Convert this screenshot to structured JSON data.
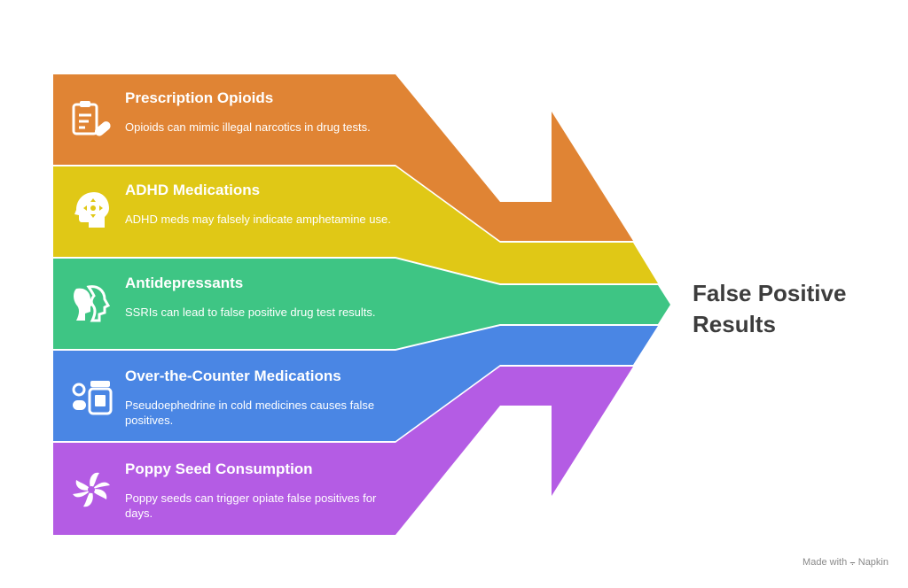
{
  "result": {
    "title": "False Positive Results"
  },
  "bands": [
    {
      "title": "Prescription Opioids",
      "description": "Opioids can mimic illegal narcotics in drug tests.",
      "icon": "prescription-pill-icon",
      "color": "#E08434"
    },
    {
      "title": "ADHD Medications",
      "description": "ADHD meds may falsely indicate amphetamine use.",
      "icon": "head-arrows-icon",
      "color": "#E0C816"
    },
    {
      "title": "Antidepressants",
      "description": "SSRIs can lead to false positive drug test results.",
      "icon": "faces-profile-icon",
      "color": "#3EC584"
    },
    {
      "title": "Over-the-Counter Medications",
      "description": "Pseudoephedrine in cold medicines causes false positives.",
      "icon": "pills-bottle-icon",
      "color": "#4A86E4"
    },
    {
      "title": "Poppy Seed Consumption",
      "description": "Poppy seeds can trigger opiate false positives for days.",
      "icon": "flower-swirl-icon",
      "color": "#B45CE4"
    }
  ],
  "watermark": {
    "prefix": "Made with",
    "brand": "Napkin"
  }
}
